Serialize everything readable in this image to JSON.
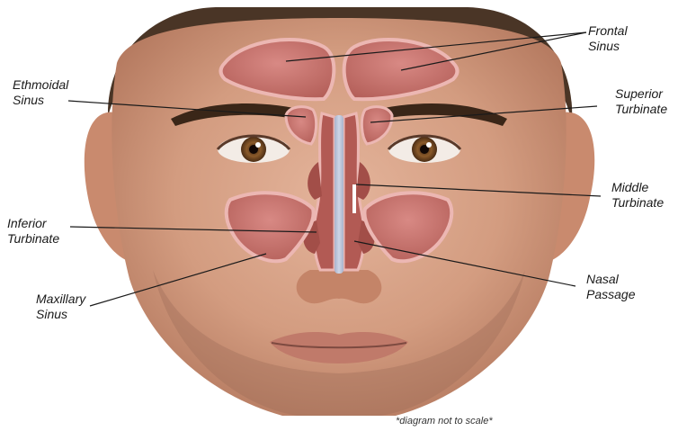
{
  "labels": {
    "frontal": {
      "line1": "Frontal",
      "line2": "Sinus"
    },
    "ethmoidal": {
      "line1": "Ethmoidal",
      "line2": "Sinus"
    },
    "superior": {
      "line1": "Superior",
      "line2": "Turbinate"
    },
    "middle": {
      "line1": "Middle",
      "line2": "Turbinate"
    },
    "inferior": {
      "line1": "Inferior",
      "line2": "Turbinate"
    },
    "maxillary": {
      "line1": "Maxillary",
      "line2": "Sinus"
    },
    "nasal": {
      "line1": "Nasal",
      "line2": "Passage"
    }
  },
  "note": "*diagram not to scale*",
  "colors": {
    "skin": "#d9a58a",
    "hair": "#4a3526",
    "sinus_fill": "#c8756f",
    "sinus_outline": "#e9b3b0",
    "sinus_dark": "#8e3e3b",
    "septum": "#b9c3d8",
    "leader": "#1a1a1a"
  }
}
